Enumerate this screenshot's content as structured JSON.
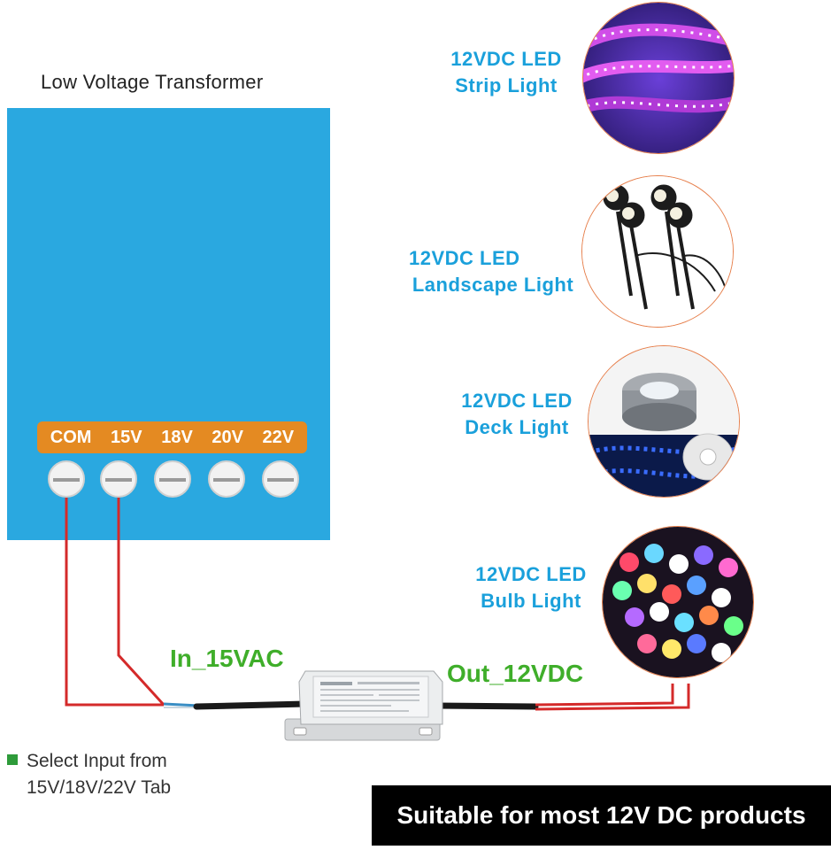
{
  "transformer": {
    "title": "Low Voltage Transformer",
    "tabs": [
      "COM",
      "15V",
      "18V",
      "20V",
      "22V"
    ]
  },
  "lights": [
    {
      "line1": "12VDC  LED",
      "line2": "Strip Light"
    },
    {
      "line1": "12VDC LED",
      "line2": "Landscape Light"
    },
    {
      "line1": "12VDC LED",
      "line2": "Deck Light"
    },
    {
      "line1": "12VDC LED",
      "line2": "Bulb Light"
    }
  ],
  "wiring": {
    "input_label": "In_15VAC",
    "output_label": "Out_12VDC"
  },
  "note": {
    "line1": "Select Input from",
    "line2": "15V/18V/22V Tab"
  },
  "banner": {
    "text": "Suitable for most 12V DC products"
  },
  "colors": {
    "transformer_fill": "#2aa8e0",
    "tab_fill": "#e48a22",
    "wire_red": "#d42a2a",
    "label_blue": "#1aa0db",
    "label_green": "#3fae2a",
    "circle_border": "#e67e4a"
  }
}
